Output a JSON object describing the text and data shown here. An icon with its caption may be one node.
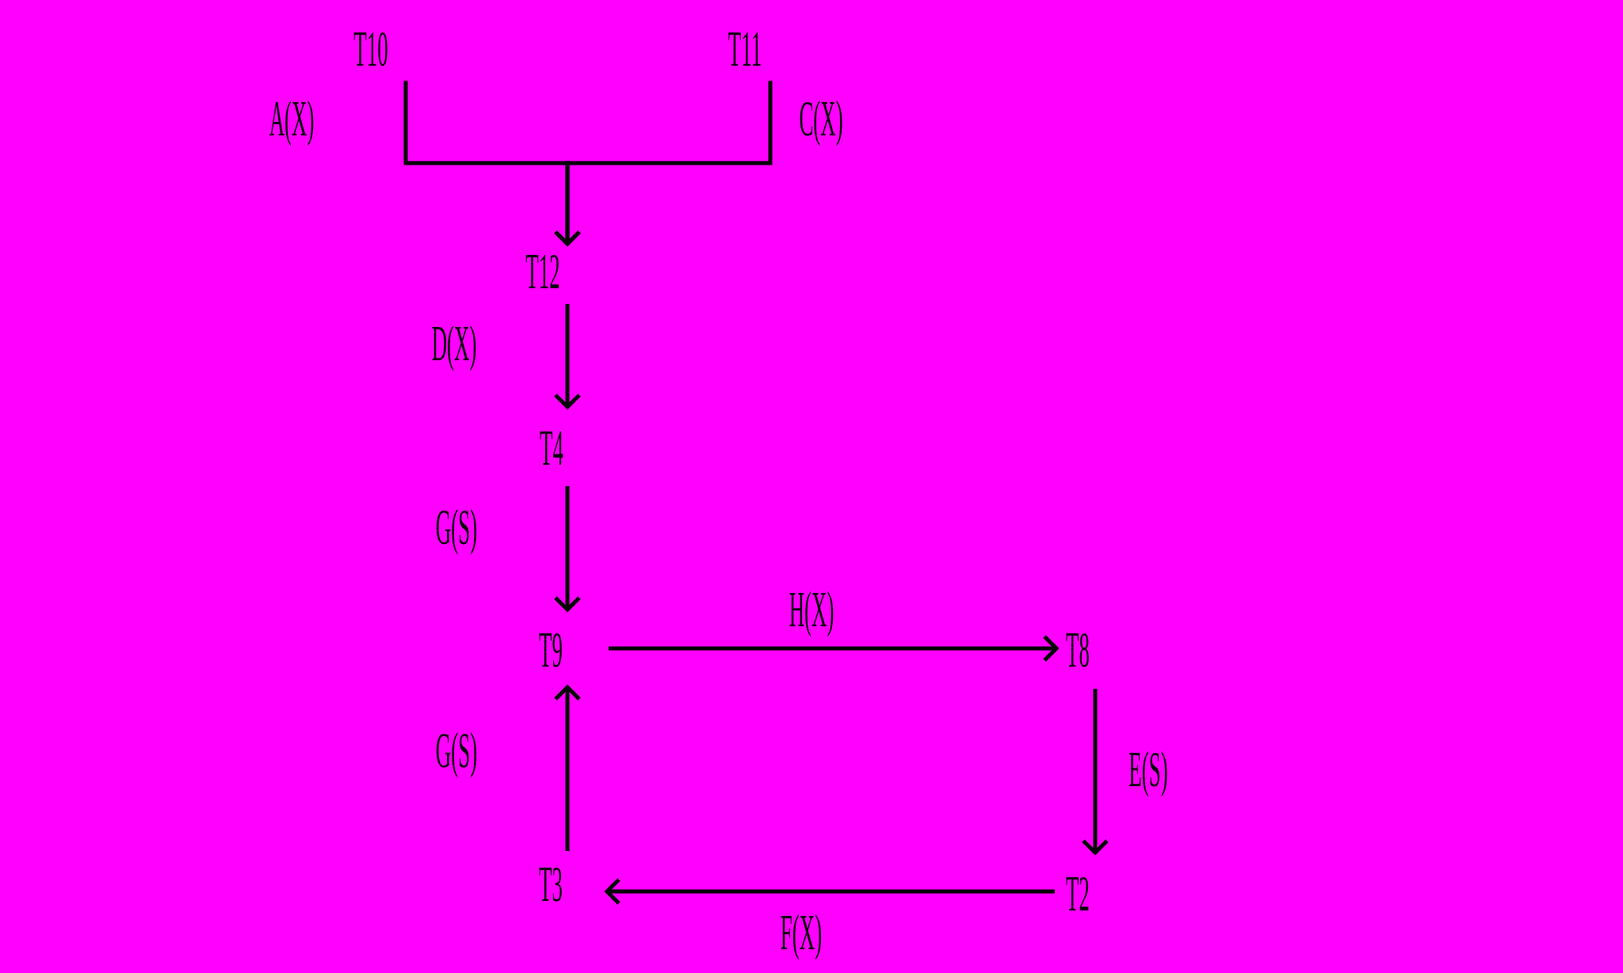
{
  "diagram": {
    "nodes": [
      {
        "text": [
          "T10"
        ]
      },
      {
        "text": [
          "T11"
        ]
      },
      {
        "text": [
          "T12"
        ]
      },
      {
        "text": [
          "T4"
        ]
      },
      {
        "text": [
          "T9"
        ]
      },
      {
        "text": [
          "T8"
        ]
      },
      {
        "text": [
          "T3"
        ]
      },
      {
        "text": [
          "T2"
        ]
      }
    ],
    "edges": [
      {
        "from": 0,
        "to": 2,
        "arrow": "to",
        "label": "A(X)"
      },
      {
        "from": 1,
        "to": 2,
        "arrow": "to",
        "label": "C(X)"
      },
      {
        "from": 2,
        "to": 3,
        "arrow": "to",
        "label": "D(X)"
      },
      {
        "from": 3,
        "to": 4,
        "arrow": "to",
        "label": "G(S)"
      },
      {
        "from": 4,
        "to": 5,
        "arrow": "to",
        "label": "H(X)"
      },
      {
        "from": 5,
        "to": 7,
        "arrow": "to",
        "label": "E(S)"
      },
      {
        "from": 7,
        "to": 6,
        "arrow": "to",
        "label": "F(X)"
      },
      {
        "from": 6,
        "to": 4,
        "arrow": "to",
        "label": "G(S)"
      }
    ]
  }
}
